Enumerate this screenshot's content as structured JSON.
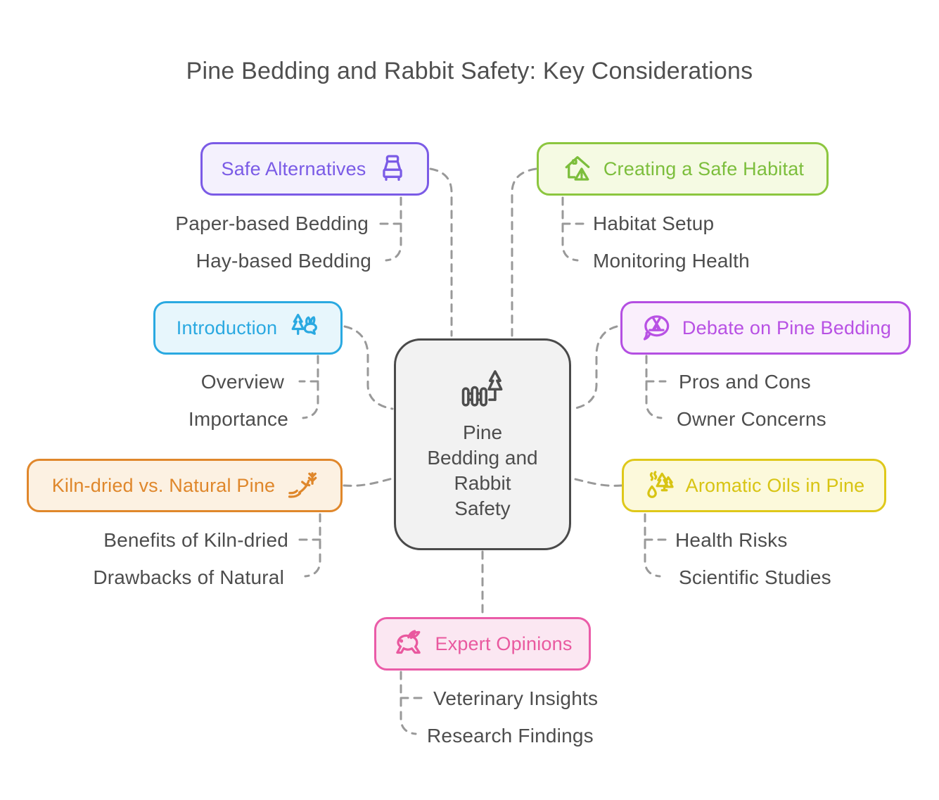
{
  "title": "Pine Bedding and Rabbit Safety: Key Considerations",
  "center": {
    "label": "Pine Bedding and Rabbit Safety",
    "lines": [
      "Pine",
      "Bedding and",
      "Rabbit",
      "Safety"
    ],
    "icon": "fence-pine-icon",
    "border_color": "#4a4a4a",
    "background": "#f2f2f2"
  },
  "connector_color": "#999999",
  "branches": [
    {
      "label": "Safe Alternatives",
      "icon": "bed-icon",
      "accent": "#7a5be6",
      "background": "#f4f1fd",
      "children": [
        "Paper-based Bedding",
        "Hay-based Bedding"
      ]
    },
    {
      "label": "Creating a Safe Habitat",
      "icon": "house-alert-icon",
      "accent": "#8cc63f",
      "background": "#f5fae3",
      "children": [
        "Habitat Setup",
        "Monitoring Health"
      ]
    },
    {
      "label": "Introduction",
      "icon": "pine-rabbit-icon",
      "accent": "#2aa9e1",
      "background": "#e7f6fc",
      "children": [
        "Overview",
        "Importance"
      ]
    },
    {
      "label": "Debate on Pine Bedding",
      "icon": "speech-bubble-tent-icon",
      "accent": "#b44fe2",
      "background": "#faeffc",
      "children": [
        "Pros and Cons",
        "Owner Concerns"
      ]
    },
    {
      "label": "Kiln-dried vs. Natural Pine",
      "icon": "pine-sprig-icon",
      "accent": "#e0872b",
      "background": "#fcf1e2",
      "children": [
        "Benefits of Kiln-dried",
        "Drawbacks of Natural"
      ]
    },
    {
      "label": "Aromatic Oils in Pine",
      "icon": "pine-oil-drop-icon",
      "accent": "#dfc81a",
      "background": "#fcf9db",
      "children": [
        "Health Risks",
        "Scientific Studies"
      ]
    },
    {
      "label": "Expert Opinions",
      "icon": "rabbit-icon",
      "accent": "#ea5ca8",
      "background": "#fbe7f2",
      "children": [
        "Veterinary Insights",
        "Research Findings"
      ]
    }
  ]
}
